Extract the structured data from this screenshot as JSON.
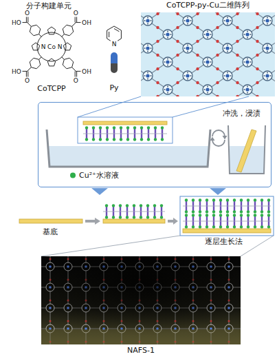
{
  "diagram": {
    "nodes": [
      {
        "text": [
          "CoTCPP-py-Cu二维阵列"
        ]
      },
      {
        "text": [
          "冲洗，浸渍",
          "Cu²⁺水溶液"
        ]
      },
      {
        "text": [
          "NAFS-1"
        ]
      }
    ],
    "labels": [
      "分子构建单元",
      "O",
      "O",
      "HO",
      "OH",
      "N",
      "Co",
      "N",
      "HO",
      "OH",
      "O",
      "O",
      "N",
      "CoTCPP",
      "Py",
      "基底",
      "逐层生长法"
    ]
  }
}
